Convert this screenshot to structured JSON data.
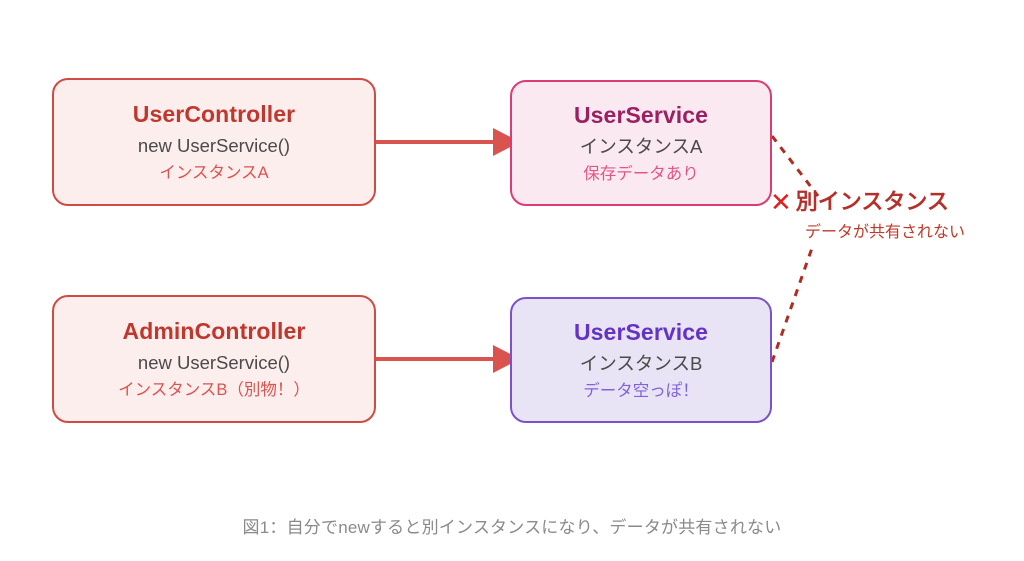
{
  "diagram": {
    "nodes": [
      {
        "id": "user-controller",
        "title": "UserController",
        "sub": "new UserService()",
        "note": "インスタンスA"
      },
      {
        "id": "user-service-a",
        "title": "UserService",
        "sub": "インスタンスA",
        "note": "保存データあり"
      },
      {
        "id": "admin-controller",
        "title": "AdminController",
        "sub": "new UserService()",
        "note": "インスタンスB（別物！）"
      },
      {
        "id": "user-service-b",
        "title": "UserService",
        "sub": "インスタンスB",
        "note": "データ空っぽ！"
      }
    ],
    "annotation": {
      "mark": "✕",
      "title": "別インスタンス",
      "sub": "データが共有されない"
    },
    "caption": "図1：自分でnewすると別インスタンスになり、データが共有されない",
    "colors": {
      "controller_border": "#cf4b43",
      "controller_fill": "#fdeeee",
      "controller_title": "#c0372d",
      "controller_note": "#d9534f",
      "service_a_border": "#da3d74",
      "service_a_fill": "#fbe9f1",
      "service_a_title": "#9c1f62",
      "service_a_note": "#e05689",
      "service_b_border": "#7c52c8",
      "service_b_fill": "#e8e4f6",
      "service_b_title": "#6533c4",
      "service_b_note": "#8263d6",
      "arrow": "#d9534f",
      "dashed_connector": "#b02b20",
      "annotation_mark": "#e02020",
      "annotation_title": "#b5302a",
      "annotation_sub": "#c0392b",
      "caption": "#8a8a8a",
      "body_text": "#4a4a4a",
      "background": "#ffffff"
    }
  }
}
